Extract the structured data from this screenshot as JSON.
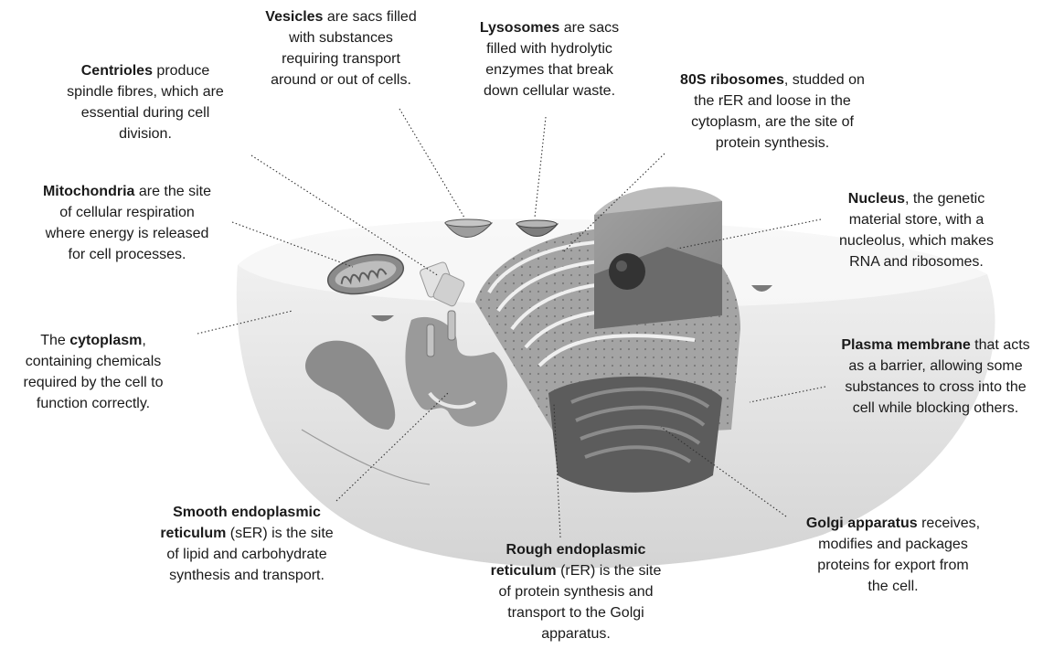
{
  "labels": {
    "vesicles": {
      "term": "Vesicles",
      "lines": [
        " are sacs filled",
        "with substances",
        "requiring transport",
        "around or out of cells."
      ]
    },
    "lysosomes": {
      "term": "Lysosomes",
      "lines": [
        " are sacs",
        "filled with hydrolytic",
        "enzymes that break",
        "down cellular waste."
      ]
    },
    "centrioles": {
      "term": "Centrioles",
      "lines": [
        " produce",
        "spindle fibres, which are",
        "essential during cell",
        "division."
      ]
    },
    "ribosomes": {
      "term": "80S ribosomes",
      "lines": [
        ", studded on",
        "the rER and loose in the",
        "cytoplasm, are the site of",
        "protein synthesis."
      ]
    },
    "mitochondria": {
      "term": "Mitochondria",
      "lines": [
        " are the site",
        "of cellular respiration",
        "where energy is released",
        "for cell processes."
      ]
    },
    "nucleus": {
      "term": "Nucleus",
      "lines": [
        ", the genetic",
        "material store, with a",
        "nucleolus, which makes",
        "RNA and ribosomes."
      ]
    },
    "cytoplasm": {
      "pre": "The ",
      "term": "cytoplasm",
      "lines": [
        ",",
        "containing chemicals",
        "required by the cell to",
        "function correctly."
      ]
    },
    "plasma": {
      "term": "Plasma membrane",
      "lines": [
        " that acts",
        "as a barrier, allowing some",
        "substances to cross into the",
        "cell while blocking others."
      ]
    },
    "ser": {
      "term": "Smooth endoplasmic",
      "term2": "reticulum",
      "lines": [
        " (sER) is the site",
        "of lipid and carbohydrate",
        "synthesis and transport."
      ]
    },
    "rer": {
      "term": "Rough endoplasmic",
      "term2": "reticulum",
      "lines": [
        " (rER) is the site",
        "of protein synthesis  and",
        "transport to the Golgi",
        "apparatus."
      ]
    },
    "golgi": {
      "term": "Golgi apparatus",
      "lines": [
        " receives,",
        "modifies and packages",
        "proteins for export from",
        "the cell."
      ]
    }
  }
}
